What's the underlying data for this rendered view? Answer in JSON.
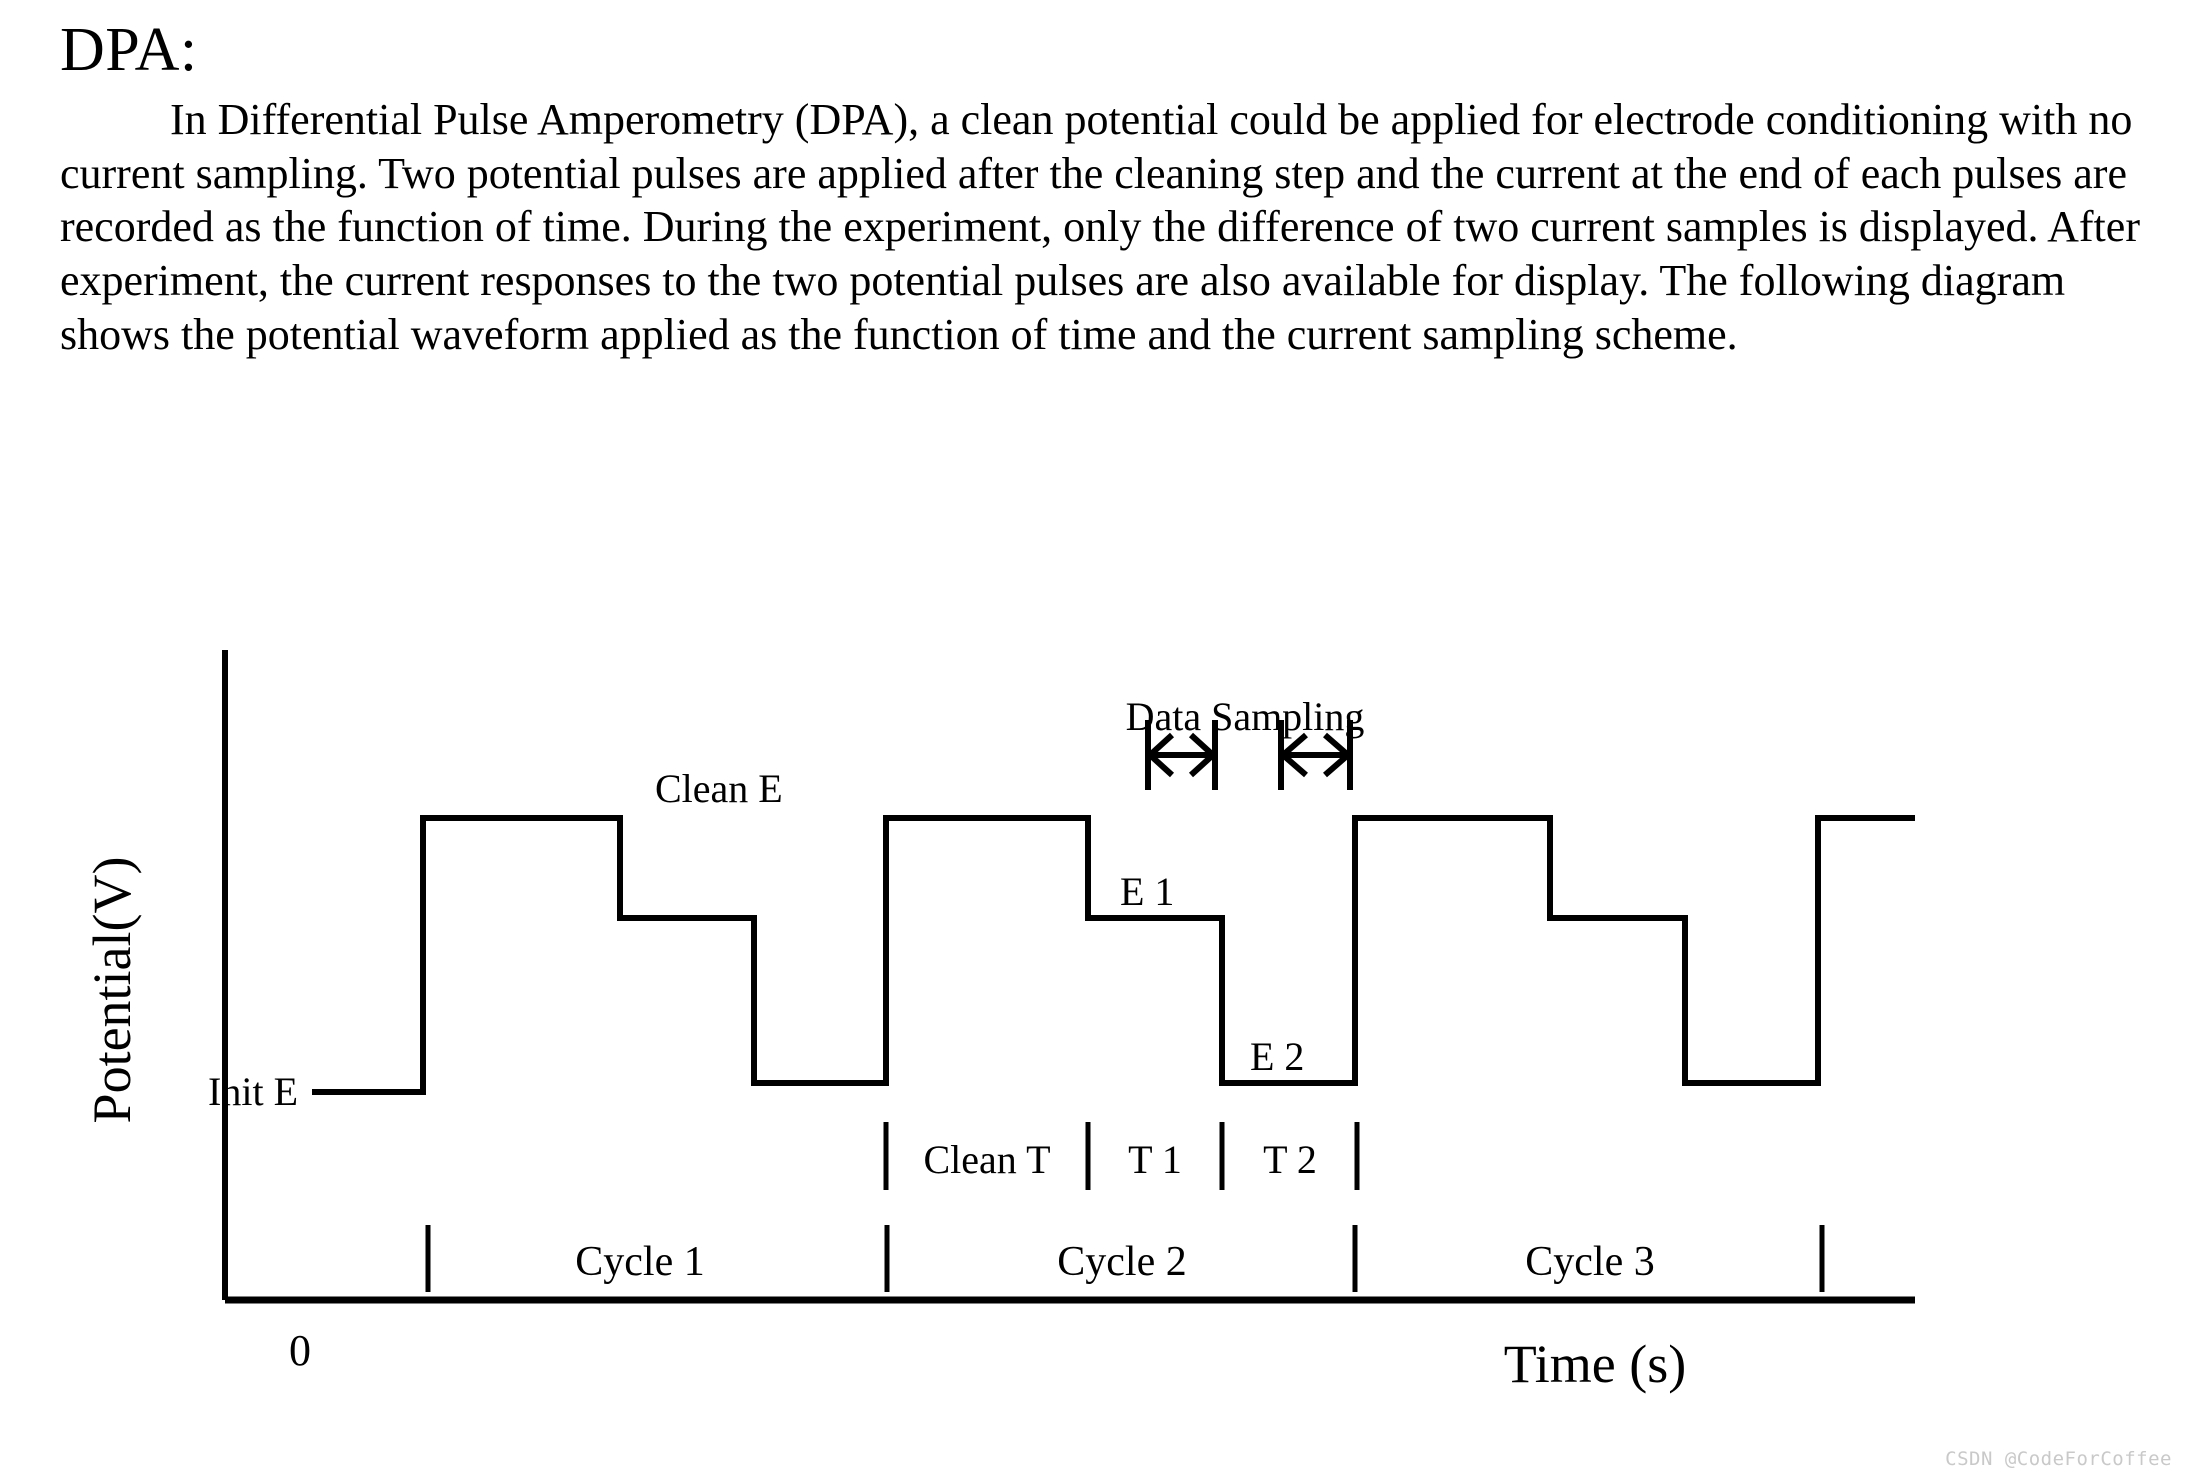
{
  "document": {
    "title": "DPA:",
    "paragraph": "In Differential Pulse Amperometry (DPA), a clean potential could be applied for electrode conditioning with no current sampling. Two potential pulses are applied after the cleaning step and the current at the end of each pulses are recorded as the function of time. During the experiment, only the difference of two current samples is displayed. After experiment, the current responses to the two potential pulses are also available for display. The following diagram shows the potential waveform applied as the function of time and the current sampling scheme."
  },
  "figure": {
    "y_axis_label": "Potential(V)",
    "x_axis_label": "Time (s)",
    "origin_label": "0",
    "annotations": {
      "data_sampling": "Data Sampling",
      "init_e": "Init E",
      "clean_e": "Clean E",
      "e1": "E 1",
      "e2": "E 2",
      "clean_t": "Clean T",
      "t1": "T 1",
      "t2": "T 2"
    },
    "cycles": [
      "Cycle 1",
      "Cycle 2",
      "Cycle 3"
    ],
    "colors": {
      "ink": "#000000",
      "background": "#ffffff",
      "watermark": "#c9c9c9"
    }
  },
  "chart_data": {
    "type": "line",
    "title": "",
    "xlabel": "Time (s)",
    "ylabel": "Potential(V)",
    "grid": false,
    "legend": "none",
    "levels": {
      "init_e": 0.35,
      "clean_e": 1.0,
      "e1": 0.72,
      "e2": 0.27
    },
    "segments": [
      {
        "label": "Init E",
        "level": "init_e",
        "x_start": 0.0,
        "x_end": 0.07
      },
      {
        "label": "Clean E",
        "level": "clean_e",
        "x_start": 0.07,
        "x_end": 0.22
      },
      {
        "label": "E 1",
        "level": "e1",
        "x_start": 0.22,
        "x_end": 0.31
      },
      {
        "label": "E 2",
        "level": "e2",
        "x_start": 0.31,
        "x_end": 0.39
      },
      {
        "label": "Clean E",
        "level": "clean_e",
        "x_start": 0.39,
        "x_end": 0.53
      },
      {
        "label": "E 1",
        "level": "e1",
        "x_start": 0.53,
        "x_end": 0.61
      },
      {
        "label": "E 2",
        "level": "e2",
        "x_start": 0.61,
        "x_end": 0.7
      },
      {
        "label": "Clean E",
        "level": "clean_e",
        "x_start": 0.7,
        "x_end": 0.84
      },
      {
        "label": "E 1",
        "level": "e1",
        "x_start": 0.84,
        "x_end": 0.92
      },
      {
        "label": "E 2",
        "level": "e2",
        "x_start": 0.92,
        "x_end": 1.0
      },
      {
        "label": "Clean E",
        "level": "clean_e",
        "x_start": 1.0,
        "x_end": 1.06
      }
    ],
    "sampling_windows": [
      {
        "label": "sample at end of pulse 1",
        "x_start": 0.525,
        "x_end": 0.565
      },
      {
        "label": "sample at end of pulse 2",
        "x_start": 0.605,
        "x_end": 0.648
      }
    ],
    "timing_ticks": [
      "Clean T",
      "T 1",
      "T 2"
    ],
    "cycle_ticks": [
      "Cycle 1",
      "Cycle 2",
      "Cycle 3"
    ]
  }
}
